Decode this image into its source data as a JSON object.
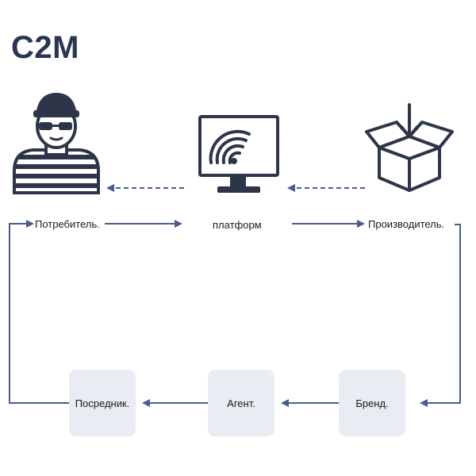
{
  "title": "C2M",
  "nodes": {
    "consumer": {
      "label": "Потребитель.",
      "icon": "consumer-person-icon"
    },
    "platform": {
      "label": "платформ",
      "icon": "monitor-signal-icon"
    },
    "producer": {
      "label": "Производитель.",
      "icon": "open-box-icon"
    }
  },
  "channel": {
    "middleman": "Посредник.",
    "agent": "Агент.",
    "brand": "Бренд."
  },
  "colors": {
    "title": "#2b3552",
    "arrow": "#4b5b8e",
    "icon_stroke": "#2d3648",
    "box_fill": "#e9ecf2"
  }
}
